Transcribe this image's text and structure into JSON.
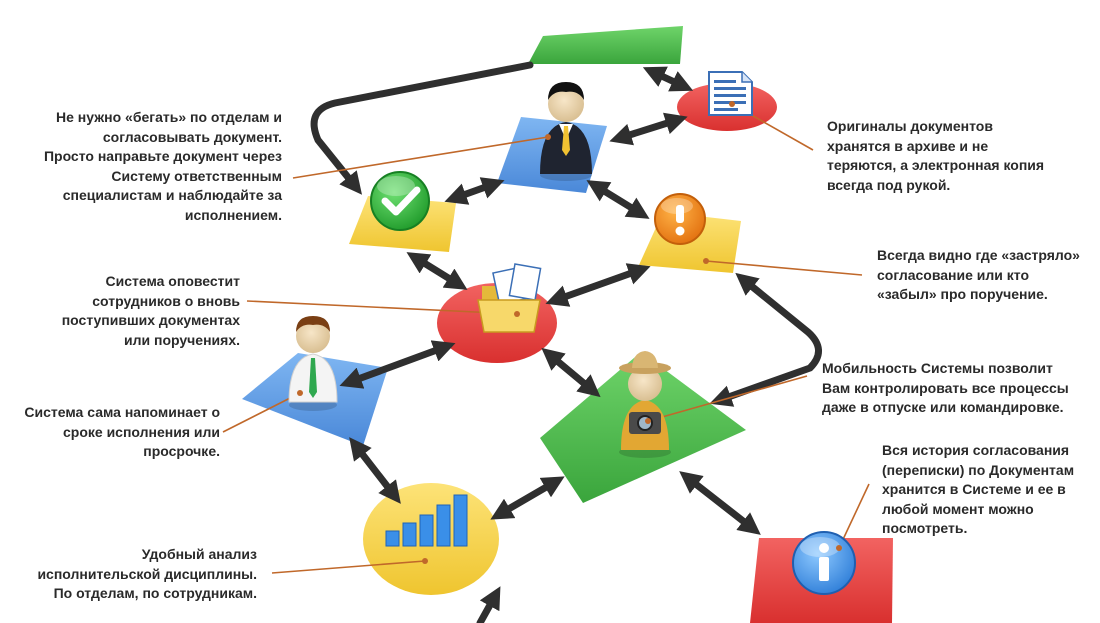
{
  "notes": {
    "no_running": {
      "lines": [
        "Не нужно «бегать» по отделам и",
        "согласовывать документ.",
        "Просто направьте документ через",
        "Систему ответственным",
        "специалистам и наблюдайте за",
        "исполнением."
      ]
    },
    "originals": {
      "lines": [
        "Оригиналы документов",
        "хранятся в архиве и не",
        "теряются, а электронная копия",
        "всегда под рукой."
      ]
    },
    "stuck": {
      "lines": [
        "Всегда видно где «застряло»",
        "согласование или кто",
        "«забыл» про поручение."
      ]
    },
    "notify": {
      "lines": [
        "Система оповестит",
        "сотрудников о вновь",
        "поступивших документах",
        "или поручениях."
      ]
    },
    "mobility": {
      "lines": [
        "Мобильность Системы позволит",
        "Вам контролировать все процессы",
        "даже в отпуске или командировке."
      ]
    },
    "reminder": {
      "lines": [
        "Система сама напоминает о",
        "сроке исполнения или",
        "просрочке."
      ]
    },
    "history": {
      "lines": [
        "Вся история согласования",
        "(переписки) по Документам",
        "хранится в Системе и ее в",
        "любой момент можно",
        "посмотреть."
      ]
    },
    "analysis": {
      "lines": [
        "Удобный анализ",
        "исполнительской дисциплины.",
        "По отделам, по сотрудникам."
      ]
    }
  },
  "icons": {
    "check": "check-icon",
    "exclamation": "exclamation-icon",
    "info": "info-icon",
    "document": "document-icon",
    "folder": "folder-icon",
    "chart": "bar-chart-icon"
  },
  "colors": {
    "green": "#4cc04c",
    "red": "#e9403e",
    "yellow": "#f7d64a",
    "blue": "#5a9be6",
    "arrow": "#2f2f2f",
    "connector": "#c0682a",
    "text": "#2a2a2a"
  }
}
